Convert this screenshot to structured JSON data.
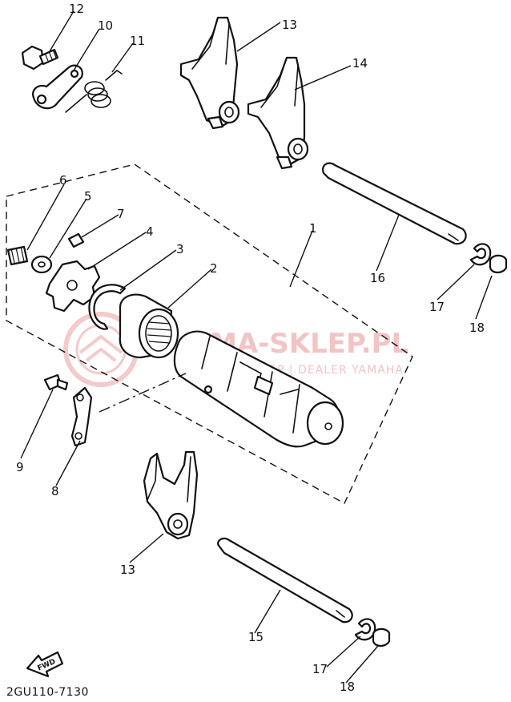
{
  "diagram_code": "2GU110-7130",
  "watermark": {
    "brand": "MA-SKLEP.PL",
    "subtitle": "IELOSKLEP | DEALER YAMAHA",
    "accent_color": "#e36a6a"
  },
  "fwd_label": "FWD",
  "callouts": [
    {
      "id": "c12",
      "label": "12"
    },
    {
      "id": "c10",
      "label": "10"
    },
    {
      "id": "c11",
      "label": "11"
    },
    {
      "id": "c13a",
      "label": "13"
    },
    {
      "id": "c14",
      "label": "14"
    },
    {
      "id": "c6",
      "label": "6"
    },
    {
      "id": "c5",
      "label": "5"
    },
    {
      "id": "c7",
      "label": "7"
    },
    {
      "id": "c4",
      "label": "4"
    },
    {
      "id": "c3",
      "label": "3"
    },
    {
      "id": "c2",
      "label": "2"
    },
    {
      "id": "c1",
      "label": "1"
    },
    {
      "id": "c16",
      "label": "16"
    },
    {
      "id": "c17a",
      "label": "17"
    },
    {
      "id": "c18a",
      "label": "18"
    },
    {
      "id": "c9",
      "label": "9"
    },
    {
      "id": "c8",
      "label": "8"
    },
    {
      "id": "c13b",
      "label": "13"
    },
    {
      "id": "c15",
      "label": "15"
    },
    {
      "id": "c17b",
      "label": "17"
    },
    {
      "id": "c18b",
      "label": "18"
    }
  ]
}
